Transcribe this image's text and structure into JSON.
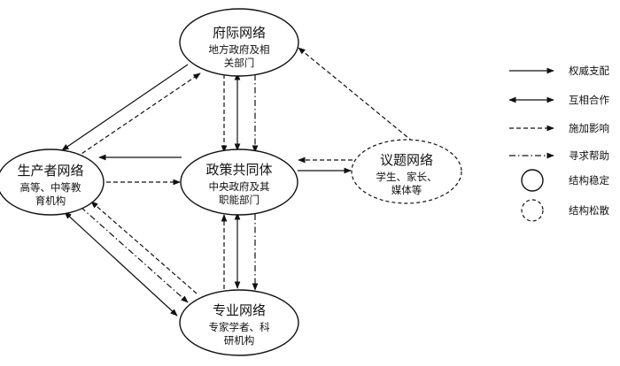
{
  "nodes": {
    "government": {
      "title": "府际网络",
      "sub1": "地方政府及相",
      "sub2": "关部门"
    },
    "producer": {
      "title": "生产者网络",
      "sub1": "高等、中等教",
      "sub2": "育机构"
    },
    "policy": {
      "title": "政策共同体",
      "sub1": "中央政府及其",
      "sub2": "职能部门"
    },
    "issue": {
      "title": "议题网络",
      "sub1": "学生、家长、",
      "sub2": "媒体等"
    },
    "expert": {
      "title": "专业网络",
      "sub1": "专家学者、科",
      "sub2": "研机构"
    }
  },
  "legend": {
    "authority": "权威支配",
    "cooperation": "互相合作",
    "influence": "施加影响",
    "seek_help": "寻求帮助",
    "stable": "结构稳定",
    "loose": "结构松散"
  }
}
